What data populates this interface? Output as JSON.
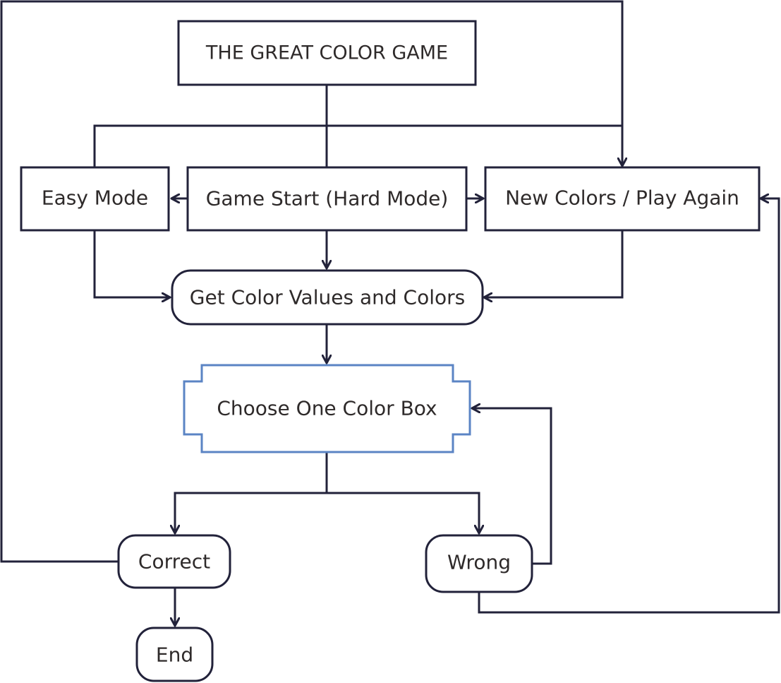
{
  "diagram": {
    "nodes": {
      "title": "THE GREAT COLOR GAME",
      "easy_mode": "Easy Mode",
      "game_start": "Game Start (Hard Mode)",
      "new_colors": "New Colors / Play Again",
      "get_colors": "Get Color Values and Colors",
      "choose_box": "Choose One Color Box",
      "correct": "Correct",
      "wrong": "Wrong",
      "end": "End"
    }
  },
  "colors": {
    "stroke": "#22223a",
    "highlight_stroke": "#5b84c4",
    "text": "#2e2a2a"
  }
}
